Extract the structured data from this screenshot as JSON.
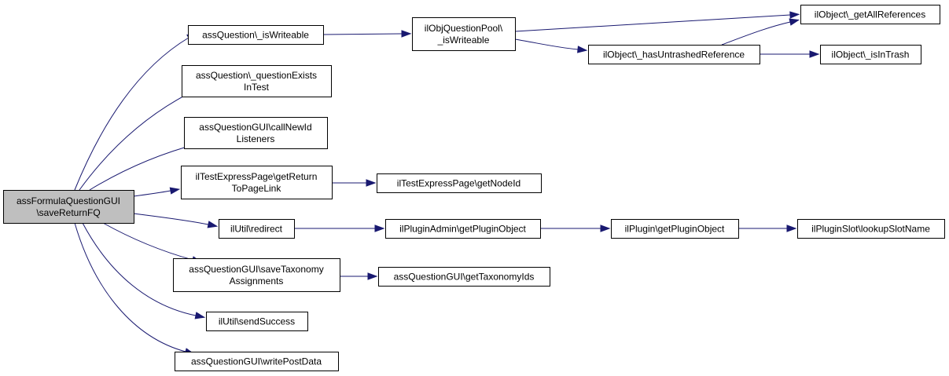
{
  "diagram": {
    "colors": {
      "edge": "#191970",
      "root_fill": "#bfbfbf",
      "node_fill": "#ffffff",
      "border": "#000000"
    },
    "nodes": [
      {
        "id": "root",
        "lines": [
          "assFormulaQuestionGUI",
          "\\saveReturnFQ"
        ],
        "root": true
      },
      {
        "id": "n_isWriteable",
        "lines": [
          "assQuestion\\_isWriteable"
        ]
      },
      {
        "id": "n_questionExists",
        "lines": [
          "assQuestion\\_questionExists",
          "InTest"
        ]
      },
      {
        "id": "n_callNewId",
        "lines": [
          "assQuestionGUI\\callNewId",
          "Listeners"
        ]
      },
      {
        "id": "n_getReturn",
        "lines": [
          "ilTestExpressPage\\getReturn",
          "ToPageLink"
        ]
      },
      {
        "id": "n_redirect",
        "lines": [
          "ilUtil\\redirect"
        ]
      },
      {
        "id": "n_saveTax",
        "lines": [
          "assQuestionGUI\\saveTaxonomy",
          "Assignments"
        ]
      },
      {
        "id": "n_sendSuccess",
        "lines": [
          "ilUtil\\sendSuccess"
        ]
      },
      {
        "id": "n_writePost",
        "lines": [
          "assQuestionGUI\\writePostData"
        ]
      },
      {
        "id": "n_poolWriteable",
        "lines": [
          "ilObjQuestionPool\\",
          "_isWriteable"
        ]
      },
      {
        "id": "n_getAllRefs",
        "lines": [
          "ilObject\\_getAllReferences"
        ]
      },
      {
        "id": "n_hasUntrashed",
        "lines": [
          "ilObject\\_hasUntrashedReference"
        ]
      },
      {
        "id": "n_isInTrash",
        "lines": [
          "ilObject\\_isInTrash"
        ]
      },
      {
        "id": "n_getNodeId",
        "lines": [
          "ilTestExpressPage\\getNodeId"
        ]
      },
      {
        "id": "n_adminPlugin",
        "lines": [
          "ilPluginAdmin\\getPluginObject"
        ]
      },
      {
        "id": "n_pluginObj",
        "lines": [
          "ilPlugin\\getPluginObject"
        ]
      },
      {
        "id": "n_slotName",
        "lines": [
          "ilPluginSlot\\lookupSlotName"
        ]
      },
      {
        "id": "n_getTaxIds",
        "lines": [
          "assQuestionGUI\\getTaxonomyIds"
        ]
      }
    ],
    "edges": [
      {
        "from": "root",
        "to": "n_isWriteable"
      },
      {
        "from": "root",
        "to": "n_questionExists"
      },
      {
        "from": "root",
        "to": "n_callNewId"
      },
      {
        "from": "root",
        "to": "n_getReturn"
      },
      {
        "from": "root",
        "to": "n_redirect"
      },
      {
        "from": "root",
        "to": "n_saveTax"
      },
      {
        "from": "root",
        "to": "n_sendSuccess"
      },
      {
        "from": "root",
        "to": "n_writePost"
      },
      {
        "from": "n_isWriteable",
        "to": "n_poolWriteable"
      },
      {
        "from": "n_poolWriteable",
        "to": "n_getAllRefs"
      },
      {
        "from": "n_poolWriteable",
        "to": "n_hasUntrashed"
      },
      {
        "from": "n_hasUntrashed",
        "to": "n_getAllRefs"
      },
      {
        "from": "n_hasUntrashed",
        "to": "n_isInTrash"
      },
      {
        "from": "n_getReturn",
        "to": "n_getNodeId"
      },
      {
        "from": "n_redirect",
        "to": "n_adminPlugin"
      },
      {
        "from": "n_adminPlugin",
        "to": "n_pluginObj"
      },
      {
        "from": "n_pluginObj",
        "to": "n_slotName"
      },
      {
        "from": "n_saveTax",
        "to": "n_getTaxIds"
      }
    ]
  }
}
